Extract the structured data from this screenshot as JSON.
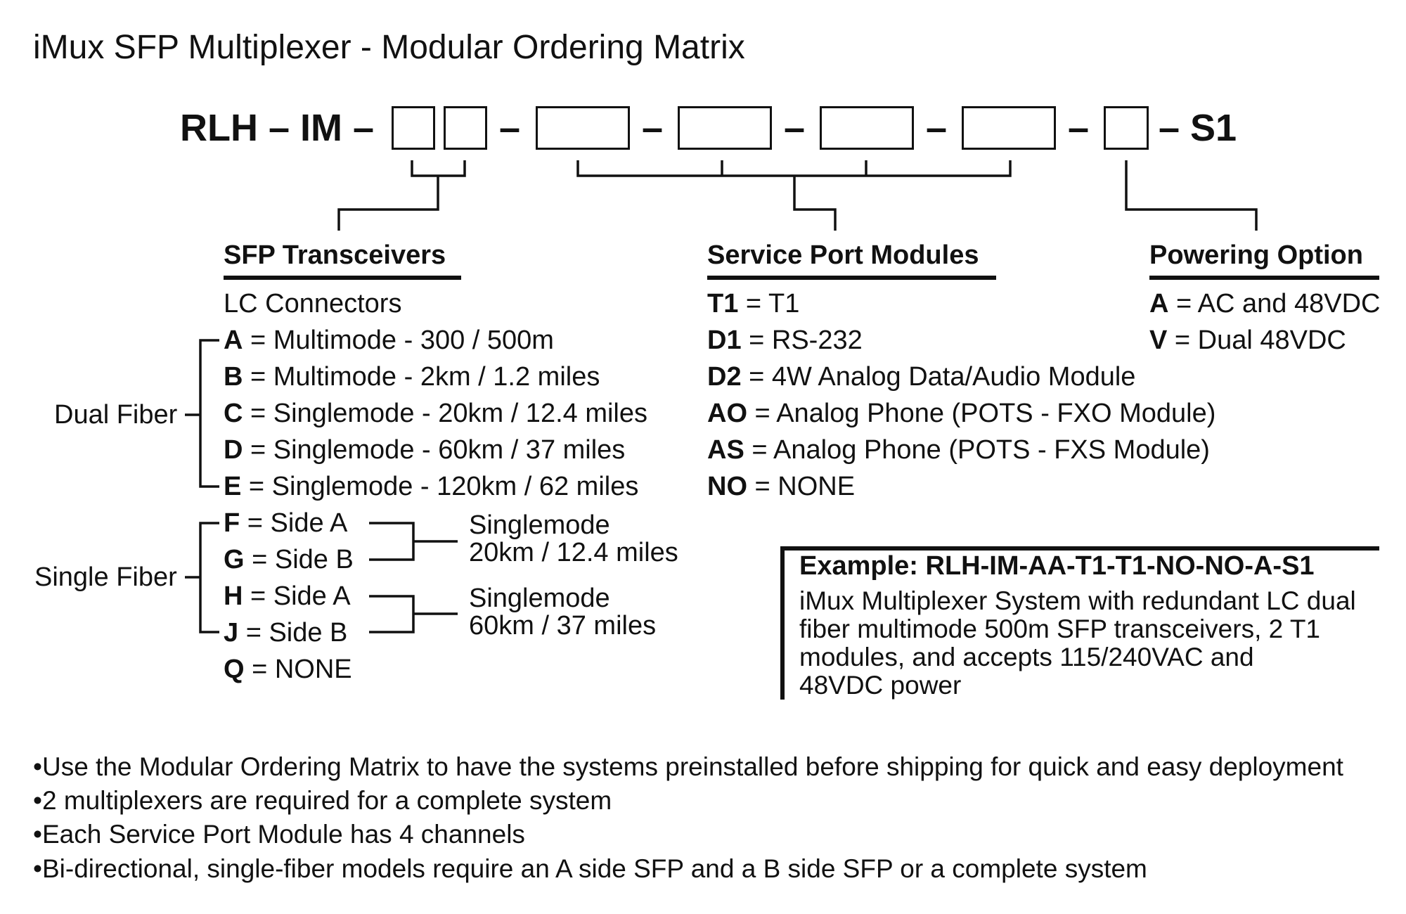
{
  "title": "iMux SFP Multiplexer - Modular Ordering Matrix",
  "code": {
    "prefix": "RLH – IM –",
    "dash": "–",
    "suffix": "– S1"
  },
  "sfp": {
    "header": "SFP Transceivers",
    "subheader": "LC Connectors",
    "group_dual": "Dual Fiber",
    "group_single": "Single Fiber",
    "items": [
      {
        "key": "A",
        "desc": " = Multimode - 300 / 500m"
      },
      {
        "key": "B",
        "desc": " = Multimode - 2km / 1.2 miles"
      },
      {
        "key": "C",
        "desc": " = Singlemode - 20km / 12.4 miles"
      },
      {
        "key": "D",
        "desc": " = Singlemode - 60km / 37 miles"
      },
      {
        "key": "E",
        "desc": " = Singlemode - 120km / 62 miles"
      },
      {
        "key": "F",
        "desc": " = Side A"
      },
      {
        "key": "G",
        "desc": " = Side B"
      },
      {
        "key": "H",
        "desc": " = Side A"
      },
      {
        "key": "J",
        "desc": " = Side B"
      },
      {
        "key": "Q",
        "desc": " = NONE"
      }
    ],
    "single_notes": [
      {
        "line1": "Singlemode",
        "line2": "20km / 12.4 miles"
      },
      {
        "line1": "Singlemode",
        "line2": "60km / 37 miles"
      }
    ]
  },
  "service": {
    "header": "Service Port Modules",
    "items": [
      {
        "key": "T1",
        "desc": " = T1"
      },
      {
        "key": "D1",
        "desc": " = RS-232"
      },
      {
        "key": "D2",
        "desc": " = 4W Analog Data/Audio Module"
      },
      {
        "key": "AO",
        "desc": " = Analog Phone (POTS - FXO Module)"
      },
      {
        "key": "AS",
        "desc": " = Analog Phone (POTS - FXS Module)"
      },
      {
        "key": "NO",
        "desc": " = NONE"
      }
    ]
  },
  "power": {
    "header": "Powering Option",
    "items": [
      {
        "key": "A",
        "desc": " = AC and 48VDC"
      },
      {
        "key": "V",
        "desc": " = Dual 48VDC"
      }
    ]
  },
  "example": {
    "title": "Example: RLH-IM-AA-T1-T1-NO-NO-A-S1",
    "lines": [
      "iMux Multiplexer System with redundant LC dual",
      "fiber multimode 500m SFP transceivers, 2 T1",
      "modules, and accepts 115/240VAC and",
      "48VDC power"
    ]
  },
  "notes": [
    "Use the Modular Ordering Matrix to have the systems preinstalled before shipping for quick and easy deployment",
    "2 multiplexers are required for a complete system",
    "Each Service Port Module has 4 channels",
    "Bi-directional, single-fiber models require an A side SFP and a B side SFP or a complete system"
  ]
}
